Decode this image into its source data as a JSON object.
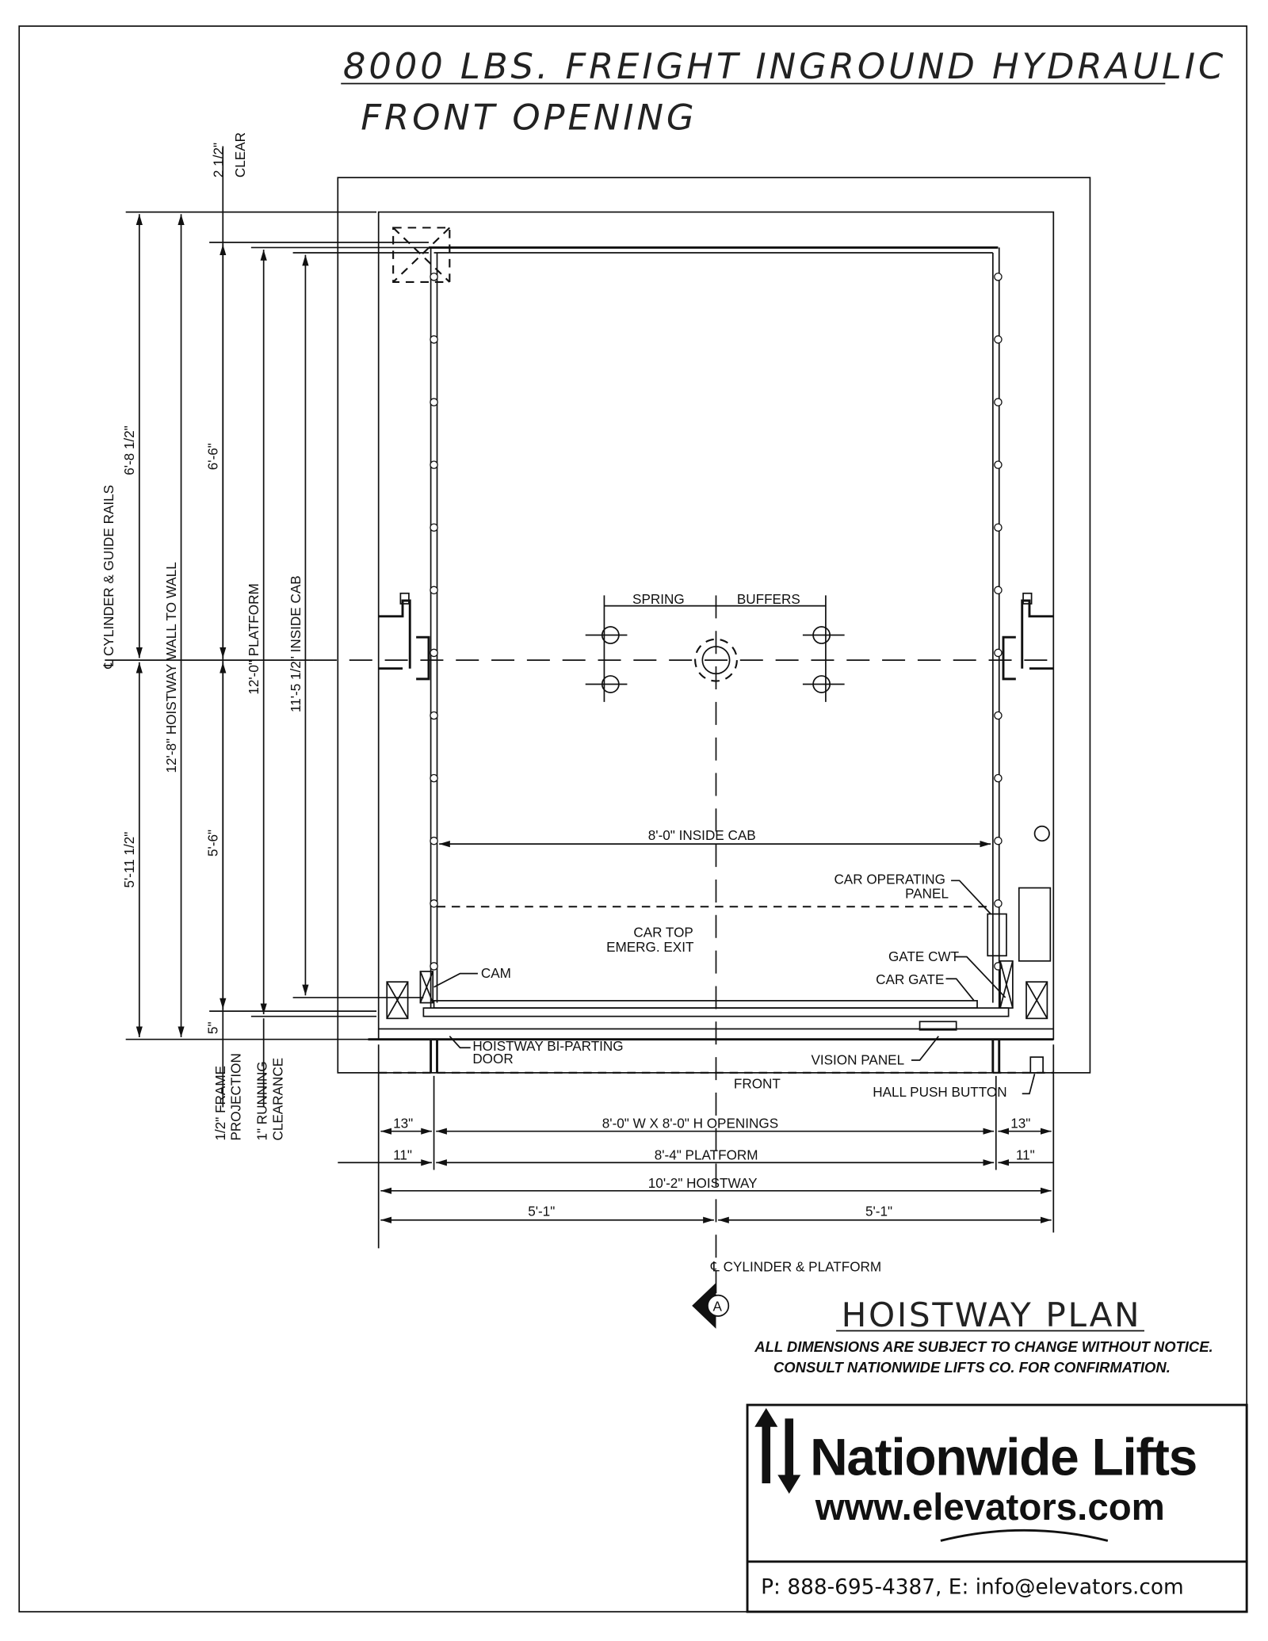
{
  "title": {
    "line1": "8000 LBS. FREIGHT INGROUND HYDRAULIC",
    "line2": "FRONT OPENING"
  },
  "vertical_dims": {
    "clear_value": "2 1/2\"",
    "clear_label": "CLEAR",
    "upper_rail": "6'-8 1/2\"",
    "lower_rail": "5'-11 1/2\"",
    "rail_label": "℄ CYLINDER & GUIDE RAILS",
    "hoistway": "12'-8\" HOISTWAY WALL TO WALL",
    "upper_platform": "6'-6\"",
    "lower_platform": "5'-6\"",
    "five": "5\"",
    "platform": "12'-0\" PLATFORM",
    "inside_cab": "11'-5 1/2\" INSIDE CAB",
    "frame_projection": [
      "1/2\" FRAME",
      "PROJECTION"
    ],
    "running_clearance": [
      "1\" RUNNING",
      "CLEARANCE"
    ]
  },
  "labels": {
    "spring": "SPRING",
    "buffers": "BUFFERS",
    "inside_cab_width": "8'-0\" INSIDE CAB",
    "car_operating_panel": [
      "CAR OPERATING",
      "PANEL"
    ],
    "car_top_exit": [
      "CAR TOP",
      "EMERG. EXIT"
    ],
    "cam": "CAM",
    "gate_cwt": "GATE CWT",
    "car_gate": "CAR GATE",
    "hoistway_door": [
      "HOISTWAY BI-PARTING",
      "DOOR"
    ],
    "vision_panel": "VISION PANEL",
    "front": "FRONT",
    "hall_push_button": "HALL PUSH BUTTON"
  },
  "horizontal_dims": {
    "left_13": "13\"",
    "openings": "8'-0\" W X 8'-0\" H OPENINGS",
    "right_13": "13\"",
    "left_11": "11\"",
    "platform": "8'-4\" PLATFORM",
    "right_11": "11\"",
    "hoistway": "10'-2\" HOISTWAY",
    "half_left": "5'-1\"",
    "half_right": "5'-1\"",
    "centerline": "℄ CYLINDER & PLATFORM",
    "section_marker": "A"
  },
  "plan_title": "HOISTWAY PLAN",
  "notes": [
    "ALL DIMENSIONS ARE SUBJECT TO CHANGE WITHOUT NOTICE.",
    "CONSULT NATIONWIDE LIFTS CO. FOR CONFIRMATION."
  ],
  "logo": {
    "name": "Nationwide Lifts",
    "url": "www.elevators.com"
  },
  "contact": "P:  888-695-4387,  E:  info@elevators.com"
}
